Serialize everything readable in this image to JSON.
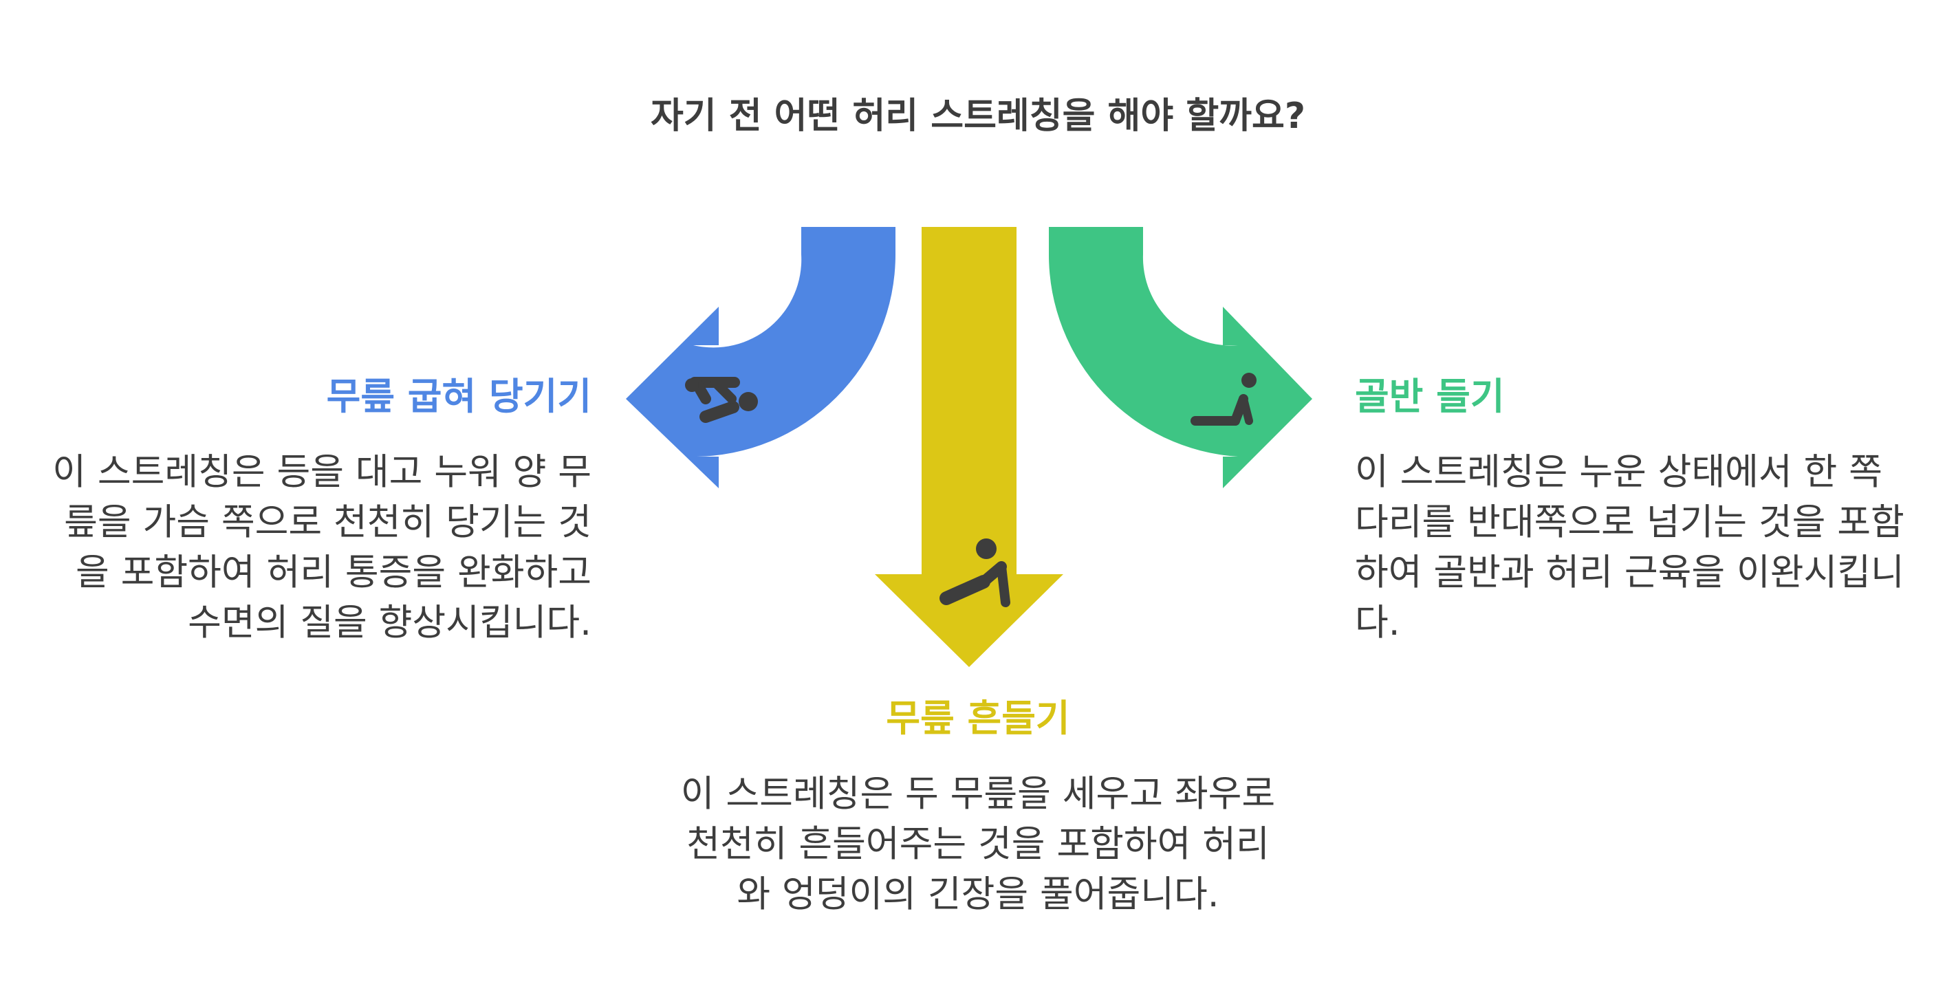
{
  "title": "자기 전 어떤 허리 스트레칭을 해야 할까요?",
  "colors": {
    "blue": "#4f86e3",
    "yellow": "#d8c315",
    "green": "#3ec584",
    "icon": "#3d3d3d",
    "text": "#3d3d3d"
  },
  "options": {
    "left": {
      "heading": "무릎 굽혀 당기기",
      "description": "이 스트레칭은 등을 대고 누워 양 무릎을 가슴 쪽으로 천천히 당기는 것을 포함하여 허리 통증을 완화하고 수면의 질을 향상시킵니다.",
      "icon": "knee-to-chest-person-icon"
    },
    "middle": {
      "heading": "무릎 흔들기",
      "description": "이 스트레칭은 두 무릎을 세우고 좌우로 천천히 흔들어주는 것을 포함하여 허리와 엉덩이의 긴장을 풀어줍니다.",
      "icon": "knee-rock-person-icon"
    },
    "right": {
      "heading": "골반 들기",
      "description": "이 스트레칭은 누운 상태에서 한 쪽 다리를 반대쪽으로 넘기는 것을 포함하여 골반과 허리 근육을 이완시킵니다.",
      "icon": "pelvic-lift-person-icon"
    }
  }
}
